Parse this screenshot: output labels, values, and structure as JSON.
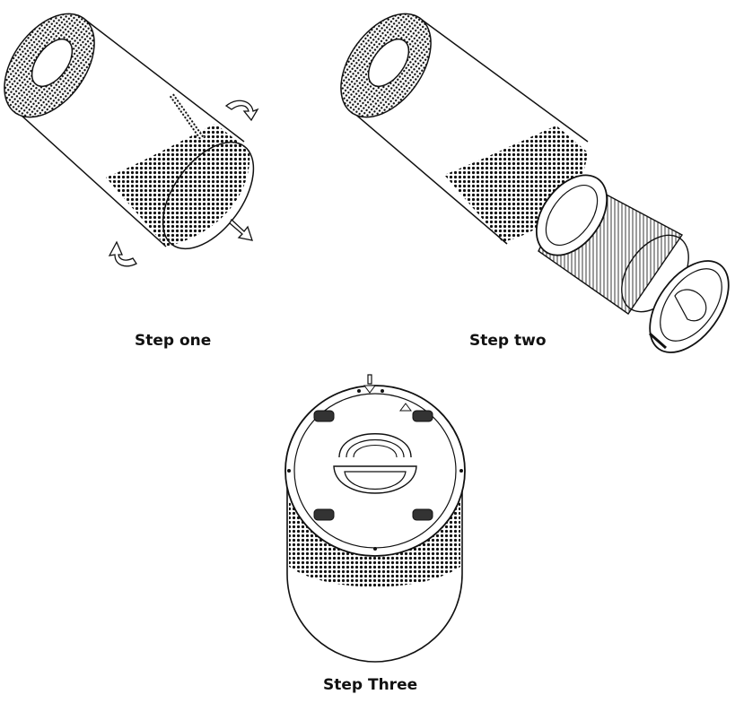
{
  "steps": [
    {
      "label": "Step one"
    },
    {
      "label": "Step two"
    },
    {
      "label": "Step Three"
    }
  ],
  "colors": {
    "line": "#111111",
    "background": "#ffffff"
  }
}
